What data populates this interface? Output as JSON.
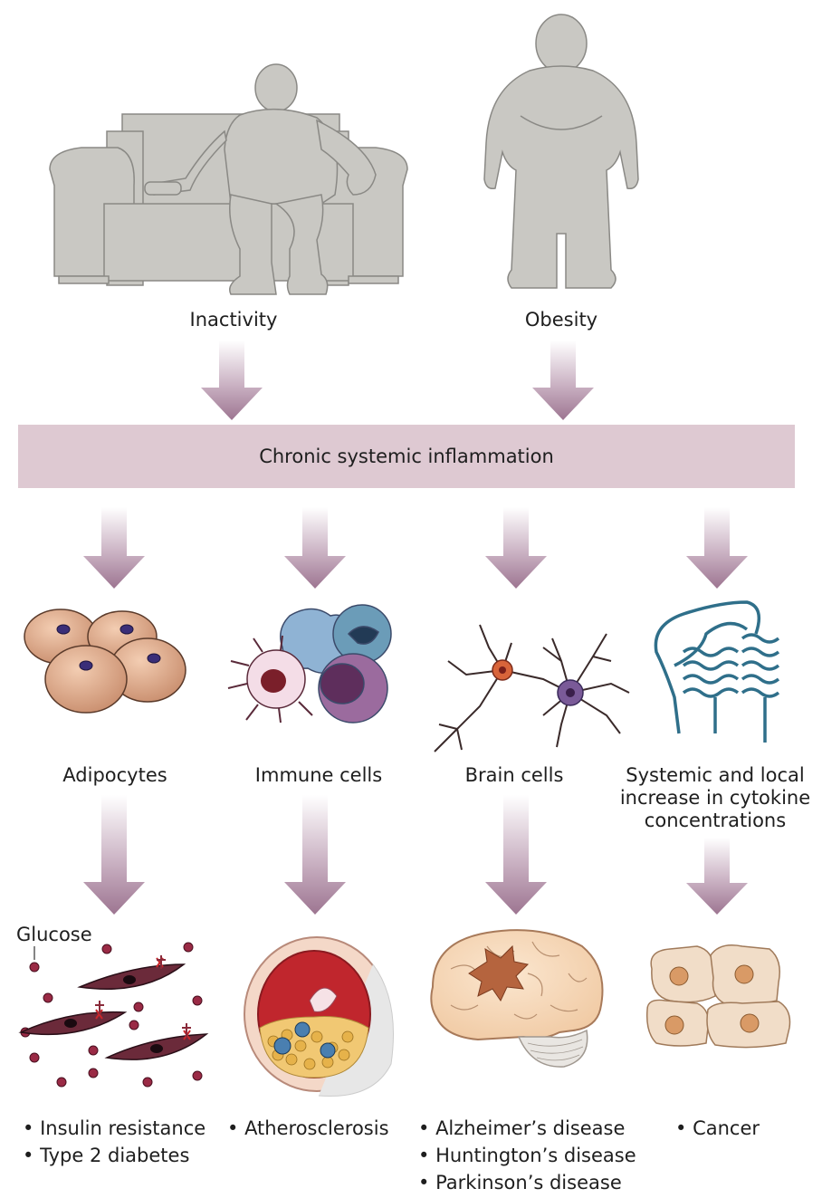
{
  "top": {
    "inactivity_label": "Inactivity",
    "obesity_label": "Obesity"
  },
  "banner": {
    "text": "Chronic systemic inflammation"
  },
  "middle": {
    "adipocytes_label": "Adipocytes",
    "immune_label": "Immune cells",
    "brain_label": "Brain cells",
    "cytokine_label_lines": [
      "Systemic and local",
      "increase in cytokine",
      "concentrations"
    ]
  },
  "bottom": {
    "glucose_label": "Glucose",
    "col1_items": [
      "Insulin resistance",
      "Type 2 diabetes"
    ],
    "col2_items": [
      "Atherosclerosis"
    ],
    "col3_items": [
      "Alzheimer’s disease",
      "Huntington’s disease",
      "Parkinson’s disease"
    ],
    "col4_items": [
      "Cancer"
    ]
  },
  "colors": {
    "figure_grey": "#c9c8c3",
    "banner": "#dec9d2",
    "arrow": "#a57f98"
  }
}
